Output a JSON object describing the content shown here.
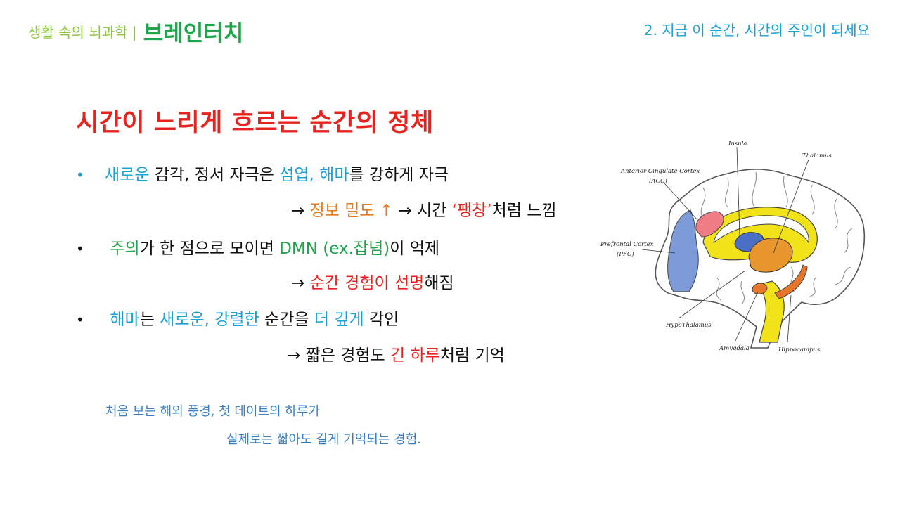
{
  "header": {
    "series": "생활 속의 뇌과학 |",
    "brand": "브레인터치",
    "section": "2. 지금 이 순간, 시간의 주인이 되세요"
  },
  "title": "시간이 느리게 흐르는 순간의 정체",
  "bullets": {
    "b1": {
      "marker": "•",
      "l1": [
        "새로운",
        " 감각, 정서 자극은 ",
        "섬엽, 해마",
        "를 강하게 자극"
      ],
      "l2": [
        "→ ",
        "정보 밀도 ↑",
        " → 시간 ",
        "‘팽창’",
        "처럼 느낌"
      ]
    },
    "b2": {
      "marker": "•",
      "l1": [
        "주의",
        "가 한 점으로 모이면 ",
        "DMN (ex.잡념)",
        "이 억제"
      ],
      "l2": [
        "→ ",
        "순간 경험이 선명",
        "해짐"
      ]
    },
    "b3": {
      "marker": "•",
      "l1": [
        "해마",
        "는 ",
        "새로운, 강렬한",
        " 순간을 ",
        "더 깊게",
        " 각인"
      ],
      "l2": [
        "→ 짧은 경험도 ",
        "긴 하루",
        "처럼 기억"
      ]
    }
  },
  "note": {
    "l1": "처음 보는 해외 풍경, 첫 데이트의 하루가",
    "l2": "실제로는 짧아도 길게 기억되는 경험."
  },
  "diagram": {
    "labels": {
      "insula": "Insula",
      "thalamus": "Thalamus",
      "acc1": "Anterior Cingulate Cortex",
      "acc2": "(ACC)",
      "pfc1": "Prefrontal Cortex",
      "pfc2": "(PFC)",
      "hypothalamus": "HypoThalamus",
      "amygdala": "Amygdala",
      "hippocampus": "Hippocampus"
    },
    "colors": {
      "pfc": "#7d9bd8",
      "acc": "#f07d86",
      "insula": "#4a6fc4",
      "thalamus": "#e8962e",
      "limbic": "#f2e21a",
      "hippocampus": "#e8762a"
    }
  }
}
